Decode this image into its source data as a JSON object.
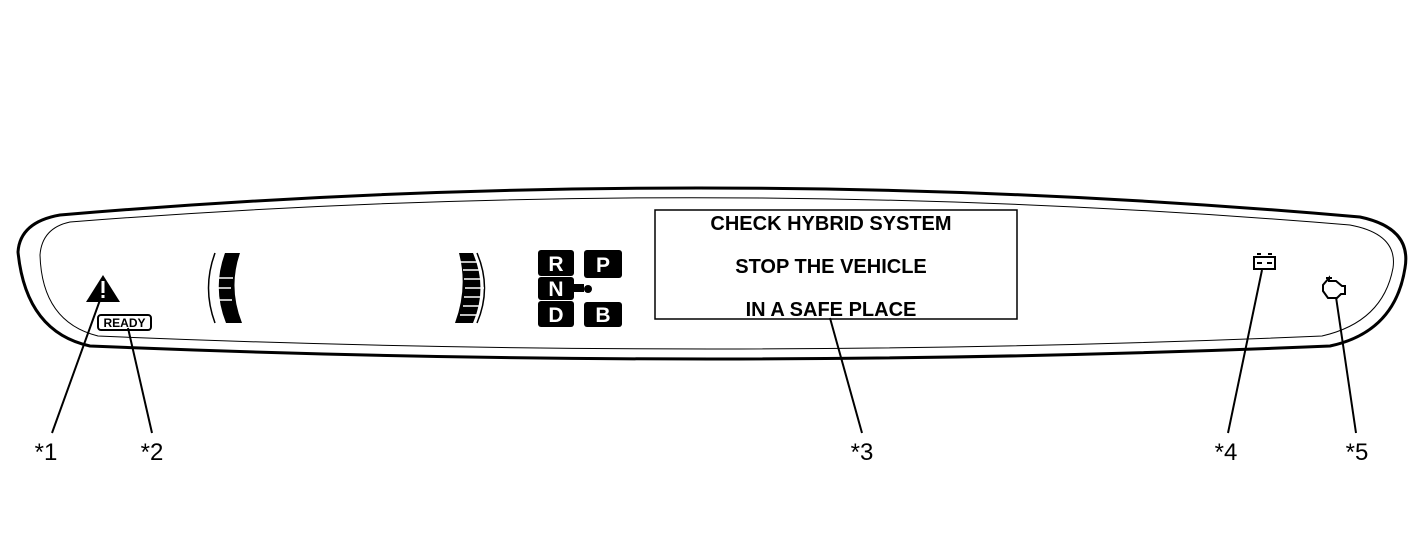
{
  "display": {
    "lines": [
      "CHECK HYBRID SYSTEM",
      "STOP THE VEHICLE",
      "IN A SAFE PLACE"
    ]
  },
  "indicators": {
    "ready_label": "READY",
    "master_warning_icon": "warning-triangle-icon",
    "battery_icon": "battery-icon",
    "check_engine_icon": "engine-icon"
  },
  "shift_positions": [
    "R",
    "P",
    "N",
    "D",
    "B"
  ],
  "callouts": [
    "*1",
    "*2",
    "*3",
    "*4",
    "*5"
  ]
}
